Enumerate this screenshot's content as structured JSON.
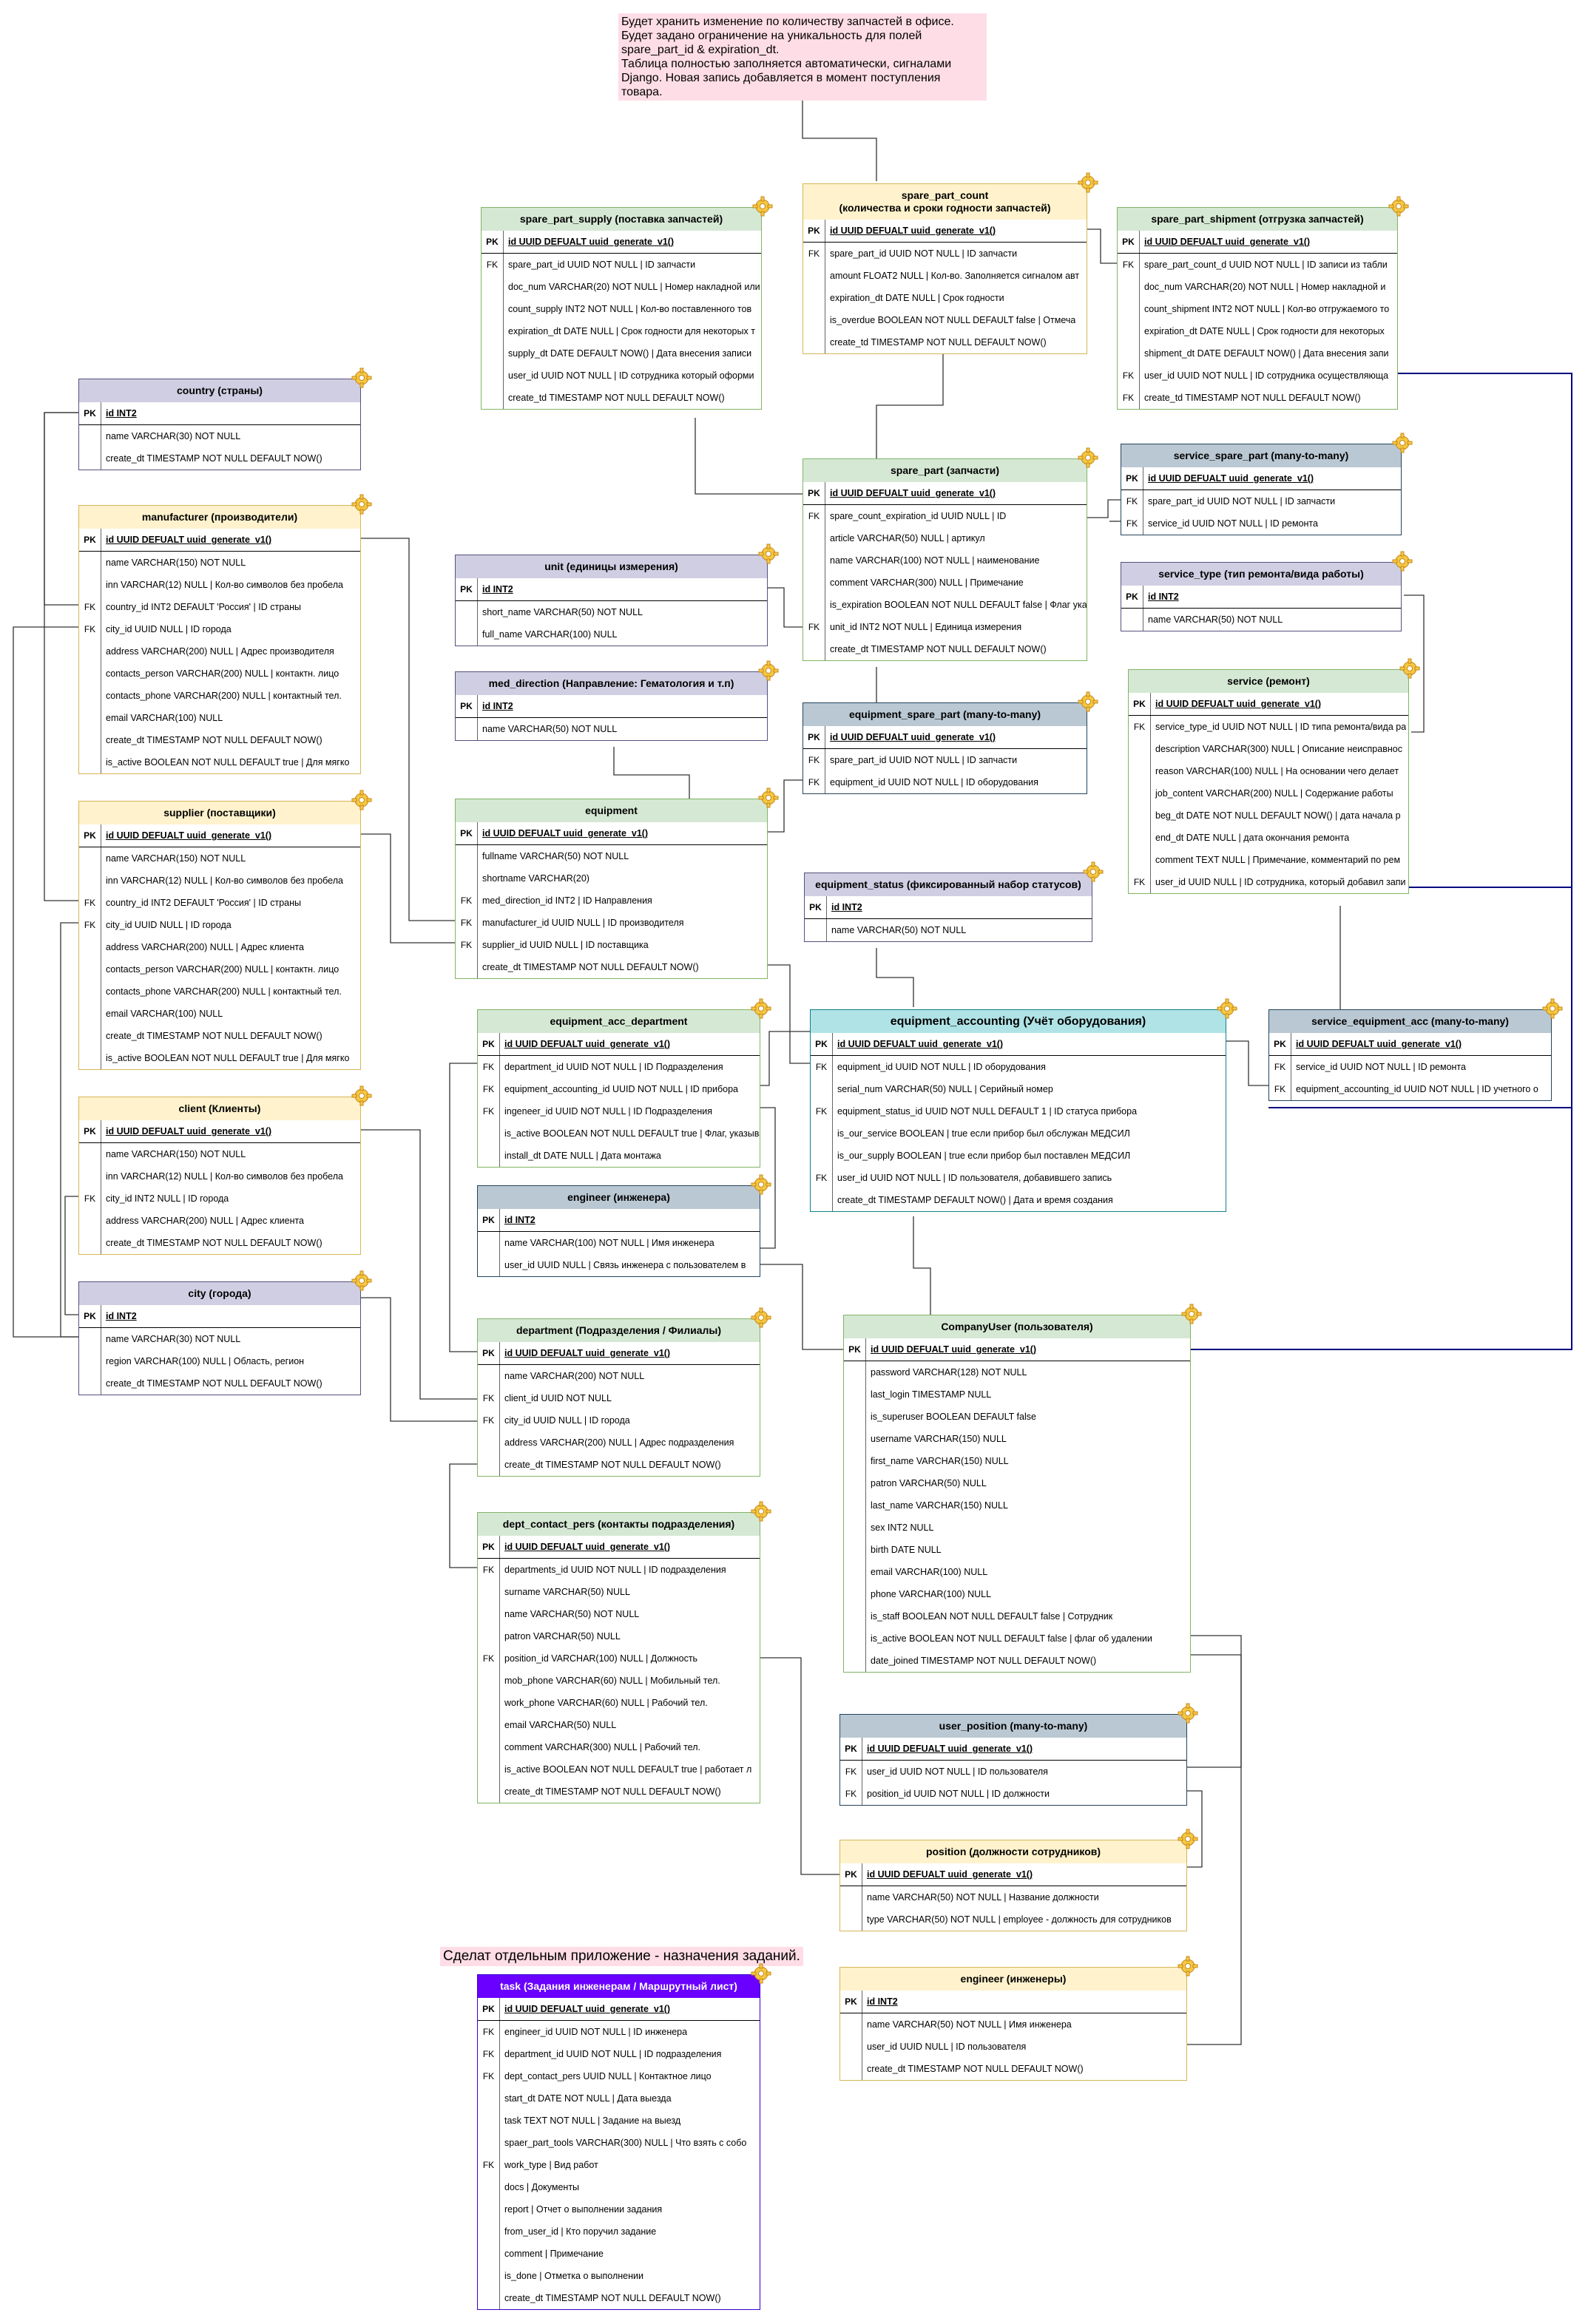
{
  "notes": {
    "top": "Будет хранить изменение по количеству запчастей в офисе.\nБудет задано ограничение на уникальность для полей\nspare_part_id & expiration_dt.\nТаблица полностью заполняется автоматически, сигналами\nDjango. Новая запись добавляется в момент поступления товара.",
    "task_note": "Сделат отдельным приложение - назначения заданий."
  },
  "tables": [
    {
      "id": "spare_part_supply",
      "title": "spare_part_supply (поставка запчастей)",
      "color": "green",
      "pk": "id UUID DEFUALT uuid_generate_v1()",
      "rows": [
        [
          "FK",
          "spare_part_id UUID NOT NULL | ID запчасти"
        ],
        [
          "",
          "doc_num VARCHAR(20) NOT NULL | Номер накладной или"
        ],
        [
          "",
          "count_supply INT2 NOT NULL | Кол-во поставленного тов"
        ],
        [
          "",
          "expiration_dt DATE NULL | Срок годности для некоторых т"
        ],
        [
          "",
          "supply_dt DATE DEFAULT NOW() | Дата внесения записи"
        ],
        [
          "",
          "user_id UUID NOT NULL | ID сотрудника который оформи"
        ],
        [
          "",
          "create_td TIMESTAMP NOT NULL DEFAULT NOW()"
        ]
      ]
    },
    {
      "id": "spare_part_count",
      "title": "spare_part_count\n(количества и сроки годности запчастей)",
      "color": "yellow",
      "pk": "id UUID DEFUALT uuid_generate_v1()",
      "rows": [
        [
          "FK",
          "spare_part_id UUID NOT NULL | ID запчасти"
        ],
        [
          "",
          "amount FLOAT2 NULL | Кол-во. Заполняется сигналом авт"
        ],
        [
          "",
          "expiration_dt DATE NULL | Срок годности"
        ],
        [
          "",
          "is_overdue BOOLEAN NOT NULL DEFAULT false  | Отмеча"
        ],
        [
          "",
          "create_td TIMESTAMP NOT NULL DEFAULT NOW()"
        ]
      ]
    },
    {
      "id": "spare_part_shipment",
      "title": "spare_part_shipment (отгрузка запчастей)",
      "color": "green",
      "pk": "id UUID DEFUALT uuid_generate_v1()",
      "rows": [
        [
          "FK",
          "spare_part_count_d UUID NOT NULL | ID записи из табли"
        ],
        [
          "",
          "doc_num VARCHAR(20) NOT NULL | Номер накладной и"
        ],
        [
          "",
          "count_shipment INT2 NOT NULL | Кол-во отгружаемого то"
        ],
        [
          "",
          "expiration_dt DATE NULL | Срок годности для некоторых"
        ],
        [
          "",
          "shipment_dt DATE DEFAULT NOW() | Дата внесения запи"
        ],
        [
          "FK",
          "user_id UUID NOT NULL | ID сотрудника осуществляюща"
        ],
        [
          "FK",
          "create_td TIMESTAMP NOT NULL DEFAULT NOW()"
        ]
      ]
    },
    {
      "id": "country",
      "title": "country (страны)",
      "color": "purple",
      "pk": "id INT2",
      "rows": [
        [
          "",
          "name VARCHAR(30) NOT NULL"
        ],
        [
          "",
          "create_dt TIMESTAMP NOT NULL DEFAULT NOW()"
        ]
      ]
    },
    {
      "id": "manufacturer",
      "title": "manufacturer (производители)",
      "color": "yellow",
      "pk": "id UUID DEFUALT uuid_generate_v1()",
      "rows": [
        [
          "",
          "name VARCHAR(150) NOT NULL"
        ],
        [
          "",
          "inn VARCHAR(12) NULL | Кол-во символов без пробела"
        ],
        [
          "FK",
          "country_id INT2 DEFAULT 'Россия' | ID страны"
        ],
        [
          "FK",
          "city_id UUID NULL | ID города"
        ],
        [
          "",
          "address VARCHAR(200) NULL | Адрес производителя"
        ],
        [
          "",
          "contacts_person VARCHAR(200) NULL | контактн. лицо"
        ],
        [
          "",
          "contacts_phone VARCHAR(200) NULL | контактный тел."
        ],
        [
          "",
          "email VARCHAR(100) NULL"
        ],
        [
          "",
          "create_dt TIMESTAMP NOT NULL DEFAULT NOW()"
        ],
        [
          "",
          "is_active BOOLEAN NOT NULL DEFAULT true | Для мягко"
        ]
      ]
    },
    {
      "id": "spare_part",
      "title": "spare_part (запчасти)",
      "color": "green",
      "pk": "id UUID DEFUALT uuid_generate_v1()",
      "rows": [
        [
          "FK",
          "spare_count_expiration_id UUID NULL | ID"
        ],
        [
          "",
          "article VARCHAR(50) NULL | артикул"
        ],
        [
          "",
          "name VARCHAR(100) NOT NULL  | наименование"
        ],
        [
          "",
          "comment VARCHAR(300) NULL  | Примечание"
        ],
        [
          "",
          "is_expiration BOOLEAN NOT NULL DEFAULT false  | Флаг указывающ"
        ],
        [
          "FK",
          "unit_id INT2 NOT NULL  | Единица измерения"
        ],
        [
          "",
          "create_dt TIMESTAMP NOT NULL DEFAULT NOW()"
        ]
      ]
    },
    {
      "id": "service_spare_part",
      "title": "service_spare_part (many-to-many)",
      "color": "blue",
      "pk": "id UUID DEFUALT uuid_generate_v1()",
      "rows": [
        [
          "FK",
          "spare_part_id UUID NOT NULL  | ID запчасти"
        ],
        [
          "FK",
          "service_id UUID NOT NULL  | ID ремонта"
        ]
      ]
    },
    {
      "id": "unit",
      "title": "unit (единицы измерения)",
      "color": "purple",
      "pk": "id INT2",
      "rows": [
        [
          "",
          "short_name VARCHAR(50) NOT NULL"
        ],
        [
          "",
          "full_name VARCHAR(100) NULL"
        ]
      ]
    },
    {
      "id": "service_type",
      "title": "service_type (тип ремонта/вида работы)",
      "color": "purple",
      "pk": "id INT2",
      "rows": [
        [
          "",
          "name VARCHAR(50) NOT NULL"
        ]
      ]
    },
    {
      "id": "med_direction",
      "title": "med_direction (Направление: Гематология и т.п)",
      "color": "purple",
      "pk": "id INT2",
      "rows": [
        [
          "",
          "name VARCHAR(50) NOT NULL"
        ]
      ]
    },
    {
      "id": "service",
      "title": "service (ремонт)",
      "color": "green",
      "pk": "id UUID DEFUALT uuid_generate_v1()",
      "rows": [
        [
          "FK",
          "service_type_id UUID NOT NULL | ID типа ремонта/вида ра"
        ],
        [
          "",
          "description VARCHAR(300) NULL | Описание неисправнос"
        ],
        [
          "",
          "reason VARCHAR(100) NULL | На основании чего делает"
        ],
        [
          "",
          "job_content VARCHAR(200) NULL |  Содержание работы"
        ],
        [
          "",
          "beg_dt DATE NOT NULL DEFAULT NOW() | дата начала р"
        ],
        [
          "",
          "end_dt DATE NULL | дата окончания ремонта"
        ],
        [
          "",
          "comment TEXT NULL | Примечание, комментарий по рем"
        ],
        [
          "FK",
          "user_id UUID NULL | ID сотрудника, который добавил запи"
        ]
      ]
    },
    {
      "id": "equipment_spare_part",
      "title": "equipment_spare_part (many-to-many)",
      "color": "blue",
      "pk": "id UUID DEFUALT uuid_generate_v1()",
      "rows": [
        [
          "FK",
          "spare_part_id UUID NOT NULL  | ID запчасти"
        ],
        [
          "FK",
          "equipment_id UUID NOT NULL  | ID оборудования"
        ]
      ]
    },
    {
      "id": "supplier",
      "title": "supplier (поставщики)",
      "color": "yellow",
      "pk": "id UUID DEFUALT uuid_generate_v1()",
      "rows": [
        [
          "",
          "name VARCHAR(150) NOT NULL"
        ],
        [
          "",
          "inn VARCHAR(12) NULL | Кол-во символов без пробела"
        ],
        [
          "FK",
          "country_id INT2 DEFAULT 'Россия' | ID страны"
        ],
        [
          "FK",
          "city_id UUID NULL | ID города"
        ],
        [
          "",
          "address VARCHAR(200) NULL | Адрес клиента"
        ],
        [
          "",
          "contacts_person VARCHAR(200) NULL | контактн. лицо"
        ],
        [
          "",
          "contacts_phone VARCHAR(200) NULL | контактный тел."
        ],
        [
          "",
          "email VARCHAR(100) NULL"
        ],
        [
          "",
          "create_dt TIMESTAMP NOT NULL DEFAULT NOW()"
        ],
        [
          "",
          "is_active BOOLEAN NOT NULL DEFAULT true | Для мягко"
        ]
      ]
    },
    {
      "id": "equipment",
      "title": "equipment",
      "color": "green",
      "pk": "id UUID DEFUALT uuid_generate_v1()",
      "rows": [
        [
          "",
          "fullname VARCHAR(50) NOT NULL"
        ],
        [
          "",
          "shortname VARCHAR(20)"
        ],
        [
          "FK",
          "med_direction_id INT2 | ID Направления"
        ],
        [
          "FK",
          "manufacturer_id UUID NULL | ID производителя"
        ],
        [
          "FK",
          "supplier_id UUID NULL | ID поставщика"
        ],
        [
          "",
          "create_dt TIMESTAMP NOT NULL DEFAULT NOW()"
        ]
      ]
    },
    {
      "id": "equipment_status",
      "title": "equipment_status (фиксированный набор статусов)",
      "color": "purple",
      "pk": "id INT2",
      "rows": [
        [
          "",
          "name VARCHAR(50) NOT NULL"
        ]
      ]
    },
    {
      "id": "equipment_acc_department",
      "title": "equipment_acc_department",
      "color": "green",
      "pk": "id UUID DEFUALT uuid_generate_v1()",
      "rows": [
        [
          "FK",
          "department_id UUID NOT NULL  | ID Подразделения"
        ],
        [
          "FK",
          "equipment_accounting_id UUID NOT NULL  | ID прибора"
        ],
        [
          "FK",
          "ingeneer_id UUID NOT NULL  | ID Подразделения"
        ],
        [
          "",
          "is_active BOOLEAN NOT NULL DEFAULT true | Флаг, указывающий н"
        ],
        [
          "",
          "install_dt DATE NULL | Дата монтажа"
        ]
      ]
    },
    {
      "id": "equipment_accounting",
      "title": "equipment_accounting (Учёт оборудования)",
      "color": "cyan",
      "pk": "id UUID DEFUALT uuid_generate_v1()",
      "rows": [
        [
          "FK",
          "equipment_id UUID NOT NULL | ID оборудования"
        ],
        [
          "",
          "serial_num VARCHAR(50) NULL | Серийный номер"
        ],
        [
          "FK",
          "equipment_status_id UUID NOT NULL DEFAULT 1 | ID статуса прибора"
        ],
        [
          "",
          "is_our_service BOOLEAN | true если прибор был обслужан МЕДСИЛ"
        ],
        [
          "",
          "is_our_supply BOOLEAN | true если прибор был поставлен МЕДСИЛ"
        ],
        [
          "FK",
          "user_id UUID NOT NULL | ID пользователя, добавившего запись"
        ],
        [
          "",
          "create_dt TIMESTAMP DEFAULT NOW() | Дата и время создания"
        ]
      ]
    },
    {
      "id": "service_equipment_acc",
      "title": "service_equipment_acc (many-to-many)",
      "color": "blue",
      "pk": "id UUID DEFUALT uuid_generate_v1()",
      "rows": [
        [
          "FK",
          "service_id UUID NOT NULL  | ID ремонта"
        ],
        [
          "FK",
          "equipment_accounting_id UUID NOT NULL  | ID учетного о"
        ]
      ]
    },
    {
      "id": "client",
      "title": "client (Клиенты)",
      "color": "yellow",
      "pk": "id UUID DEFUALT uuid_generate_v1()",
      "rows": [
        [
          "",
          "name VARCHAR(150) NOT NULL"
        ],
        [
          "",
          "inn VARCHAR(12) NULL | Кол-во символов без пробела"
        ],
        [
          "FK",
          "city_id INT2 NULL | ID города"
        ],
        [
          "",
          "address VARCHAR(200) NULL | Адрес клиента"
        ],
        [
          "",
          "create_dt TIMESTAMP NOT NULL DEFAULT NOW()"
        ]
      ]
    },
    {
      "id": "engineer_blue",
      "title": "engineer (инженера)",
      "color": "blue",
      "pk": "id INT2",
      "rows": [
        [
          "",
          "name VARCHAR(100) NOT NULL | Имя инженера"
        ],
        [
          "",
          "user_id UUID NULL | Связь инженера с пользователем в"
        ]
      ]
    },
    {
      "id": "city",
      "title": "city (города)",
      "color": "purple",
      "pk": "id INT2",
      "rows": [
        [
          "",
          "name VARCHAR(30) NOT NULL"
        ],
        [
          "",
          "region VARCHAR(100) NULL | Область, регион"
        ],
        [
          "",
          "create_dt TIMESTAMP NOT NULL DEFAULT NOW()"
        ]
      ]
    },
    {
      "id": "department",
      "title": "department (Подразделения / Филиалы)",
      "color": "green",
      "pk": "id UUID DEFUALT uuid_generate_v1()",
      "rows": [
        [
          "",
          "name VARCHAR(200) NOT NULL"
        ],
        [
          "FK",
          "client_id UUID NOT NULL"
        ],
        [
          "FK",
          "city_id UUID NULL | ID города"
        ],
        [
          "",
          "address VARCHAR(200) NULL | Адрес подразделения"
        ],
        [
          "",
          "create_dt TIMESTAMP NOT NULL DEFAULT NOW()"
        ]
      ]
    },
    {
      "id": "company_user",
      "title": "CompanyUser (пользователя)",
      "color": "green",
      "pk": "id UUID DEFUALT uuid_generate_v1()",
      "rows": [
        [
          "",
          "password VARCHAR(128) NOT NULL"
        ],
        [
          "",
          "last_login TIMESTAMP NULL"
        ],
        [
          "",
          "is_superuser BOOLEAN DEFAULT false"
        ],
        [
          "",
          "username VARCHAR(150) NULL"
        ],
        [
          "",
          "first_name VARCHAR(150) NULL"
        ],
        [
          "",
          "patron VARCHAR(50) NULL"
        ],
        [
          "",
          "last_name VARCHAR(150) NULL"
        ],
        [
          "",
          "sex INT2 NULL"
        ],
        [
          "",
          "birth DATE NULL"
        ],
        [
          "",
          "email VARCHAR(100) NULL"
        ],
        [
          "",
          "phone VARCHAR(100) NULL"
        ],
        [
          "",
          "is_staff BOOLEAN NOT NULL DEFAULT false | Сотрудник"
        ],
        [
          "",
          "is_active BOOLEAN NOT NULL DEFAULT false | флаг об удалении"
        ],
        [
          "",
          "date_joined TIMESTAMP NOT NULL DEFAULT NOW()"
        ]
      ]
    },
    {
      "id": "dept_contact_pers",
      "title": "dept_contact_pers (контакты подразделения)",
      "color": "green",
      "pk": "id UUID DEFUALT uuid_generate_v1()",
      "rows": [
        [
          "FK",
          "departments_id UUID NOT NULL | ID подразделения"
        ],
        [
          "",
          "surname VARCHAR(50) NULL"
        ],
        [
          "",
          "name VARCHAR(50) NOT NULL"
        ],
        [
          "",
          "patron VARCHAR(50) NULL"
        ],
        [
          "FK",
          "position_id VARCHAR(100) NULL | Должность"
        ],
        [
          "",
          "mob_phone VARCHAR(60) NULL | Мобильный тел."
        ],
        [
          "",
          "work_phone VARCHAR(60) NULL | Рабочий тел."
        ],
        [
          "",
          "email VARCHAR(50) NULL"
        ],
        [
          "",
          "comment VARCHAR(300) NULL | Рабочий тел."
        ],
        [
          "",
          "is_active BOOLEAN NOT NULL DEFAULT true | работает л"
        ],
        [
          "",
          "create_dt TIMESTAMP NOT NULL DEFAULT NOW()"
        ]
      ]
    },
    {
      "id": "user_position",
      "title": "user_position (many-to-many)",
      "color": "blue",
      "pk": "id UUID DEFUALT uuid_generate_v1()",
      "rows": [
        [
          "FK",
          "user_id UUID NOT NULL  | ID пользователя"
        ],
        [
          "FK",
          "position_id UUID NOT NULL  | ID должности"
        ]
      ]
    },
    {
      "id": "position",
      "title": "position (должности сотрудников)",
      "color": "yellow",
      "pk": "id UUID DEFUALT uuid_generate_v1()",
      "rows": [
        [
          "",
          "name VARCHAR(50) NOT NULL | Название должности"
        ],
        [
          "",
          "type VARCHAR(50) NOT NULL | employee - должность для сотрудников"
        ]
      ]
    },
    {
      "id": "engineer_yellow",
      "title": "engineer (инженеры)",
      "color": "yellow",
      "pk": "id INT2",
      "rows": [
        [
          "",
          "name VARCHAR(50) NOT NULL | Имя инженера"
        ],
        [
          "",
          "user_id UUID NULL | ID пользователя"
        ],
        [
          "",
          "create_dt TIMESTAMP NOT NULL DEFAULT NOW()"
        ]
      ]
    },
    {
      "id": "task",
      "title": "task (Задания инженерам / Маршрутный лист)",
      "color": "violet",
      "pk": "id UUID DEFUALT uuid_generate_v1()",
      "rows": [
        [
          "FK",
          "engineer_id UUID NOT NULL | ID инженера"
        ],
        [
          "FK",
          "department_id UUID NOT NULL | ID подразделения"
        ],
        [
          "FK",
          "dept_contact_pers UUID NULL | Контактное лицо"
        ],
        [
          "",
          "start_dt DATE NOT NULL | Дата выезда"
        ],
        [
          "",
          "task TEXT NOT NULL | Задание на выезд"
        ],
        [
          "",
          "spaer_part_tools VARCHAR(300) NULL | Что взять с собо"
        ],
        [
          "FK",
          "work_type | Вид работ"
        ],
        [
          "",
          "docs | Документы"
        ],
        [
          "",
          "report | Отчет о выполнении задания"
        ],
        [
          "",
          "from_user_id | Кто поручил задание"
        ],
        [
          "",
          "comment | Примечание"
        ],
        [
          "",
          "is_done | Отметка о выполнении"
        ],
        [
          "",
          "create_dt TIMESTAMP NOT NULL DEFAULT NOW()"
        ]
      ]
    }
  ],
  "icons": {
    "table_icon": "gear-icon"
  }
}
